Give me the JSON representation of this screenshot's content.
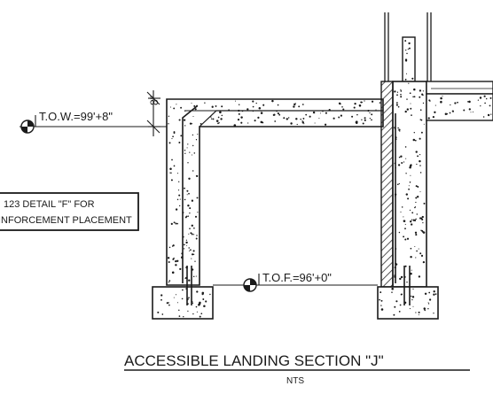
{
  "drawing": {
    "tow_label": "T.O.W.=99'+8\"",
    "tof_label": "T.O.F.=96'+0\"",
    "dim_label": "8\"",
    "note_line1": "123 DETAIL \"F\" FOR",
    "note_line2": "INFORCEMENT PLACEMENT",
    "title": "ACCESSIBLE LANDING SECTION \"J\"",
    "subtitle": "NTS"
  },
  "colors": {
    "ink": "#1a1a1a",
    "paper": "#ffffff",
    "insulation_hatch": "#2b2b2b"
  }
}
